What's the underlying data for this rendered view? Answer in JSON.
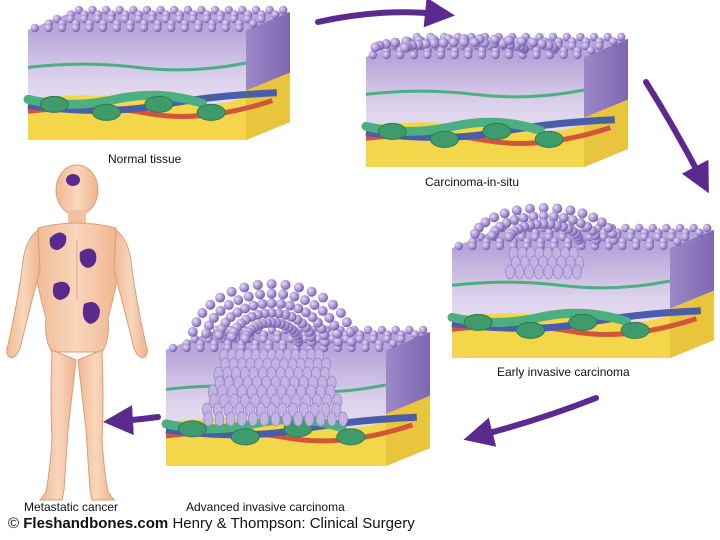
{
  "stages": [
    {
      "label": "Normal tissue"
    },
    {
      "label": "Carcinoma-in-situ"
    },
    {
      "label": "Early invasive carcinoma"
    },
    {
      "label": "Advanced invasive carcinoma"
    },
    {
      "label": "Metastatic cancer"
    }
  ],
  "credit": {
    "copyright": "©",
    "brand": "Fleshandbones.com",
    "source": "Henry & Thompson: Clinical Surgery"
  },
  "colors": {
    "epithelium": "#a58fcf",
    "cell": "#9a84c8",
    "cell_dark": "#6e56a6",
    "stroma": "#d9cfe8",
    "fat": "#f3d64a",
    "vessel_green": "#4caf7f",
    "vessel_blue": "#4a5da8",
    "vessel_red": "#d0553a",
    "arrow": "#5b2a8f",
    "skin": "#f6c9a8",
    "metastasis": "#5b2a8f"
  }
}
